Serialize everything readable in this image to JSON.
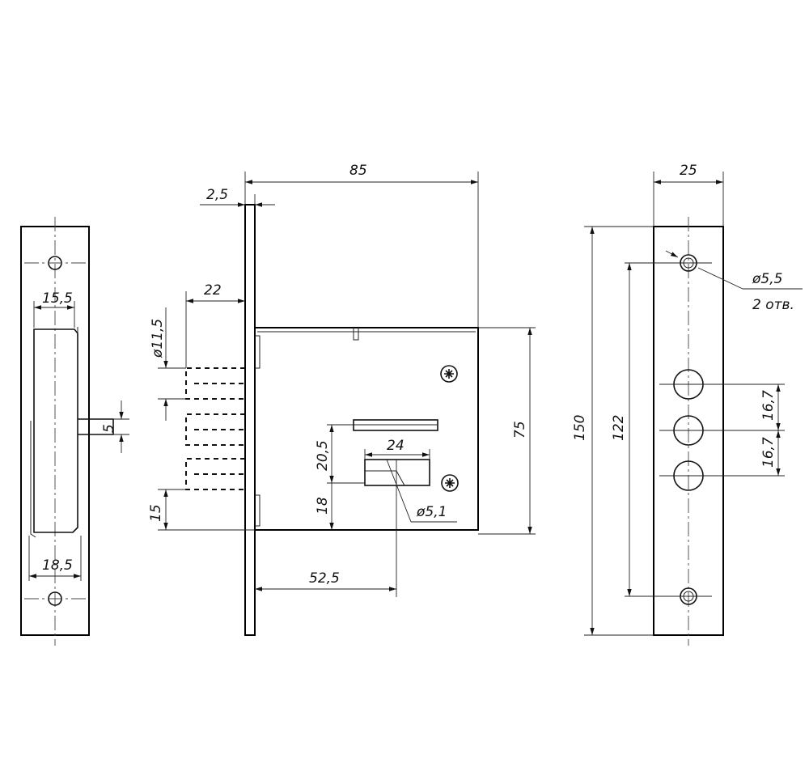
{
  "dimensions": {
    "width_85": "85",
    "plate_2_5": "2,5",
    "bolt_offset_22": "22",
    "bolt_dia": "ø11,5",
    "bottom_15": "15",
    "height_75": "75",
    "key_width_24": "24",
    "key_20_5": "20,5",
    "key_18": "18",
    "pin_dia": "ø5,1",
    "backset_52_5": "52,5",
    "faceplate_width_25": "25",
    "overall_150": "150",
    "hole_spacing_122": "122",
    "screw_dia": "ø5,5",
    "screw_count": "2 отв.",
    "pitch_upper": "16,7",
    "pitch_lower": "16,7",
    "side_15_5": "15,5",
    "side_18_5": "18,5",
    "side_5": "5"
  },
  "colors": {
    "line": "#111111",
    "background": "#ffffff"
  }
}
